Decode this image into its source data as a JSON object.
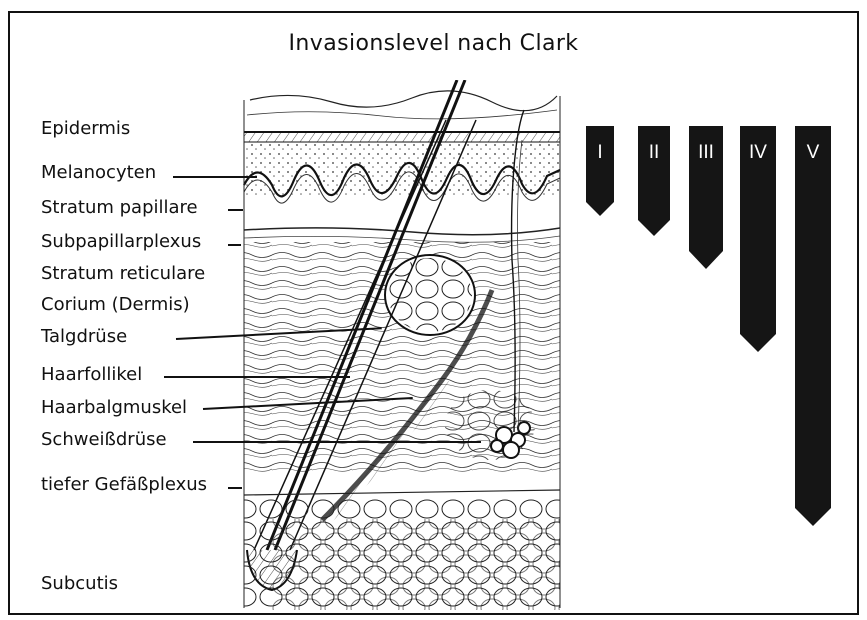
{
  "title": "Invasionslevel nach Clark",
  "labels": [
    "Epidermis",
    "Melanocyten",
    "Stratum papillare",
    "Subpapillarplexus",
    "Stratum reticulare",
    "Corium (Dermis)",
    "Talgdrüse",
    "Haarfollikel",
    "Haarbalgmuskel",
    "Schweißdrüse",
    "tiefer Gefäßplexus",
    "Subcutis"
  ],
  "levels": [
    "I",
    "II",
    "III",
    "IV",
    "V"
  ],
  "colors": {
    "ink": "#111111",
    "bar": "#151515",
    "paper": "#ffffff"
  }
}
